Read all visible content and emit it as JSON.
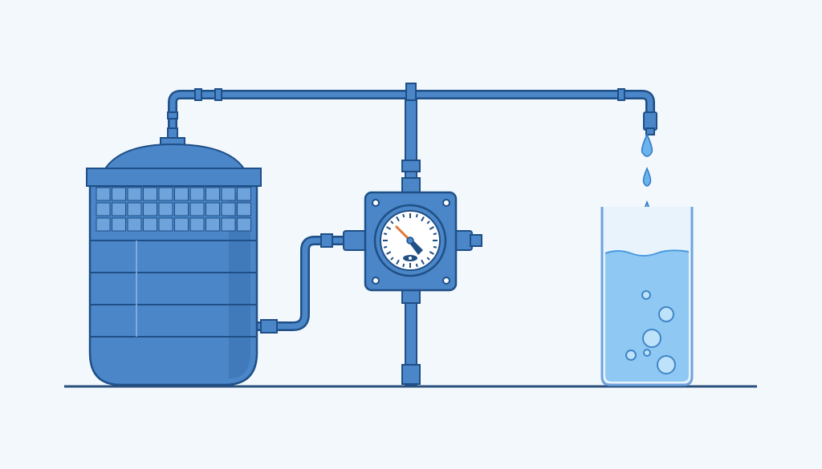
{
  "colors": {
    "background": "#f3f8fd",
    "tank": "#4a86c8",
    "tank_light": "#6ea3dc",
    "outline": "#1f4f86",
    "pipe": "#3f7fc4",
    "gauge_face": "#ffffff",
    "gauge_needle": "#e07a3a",
    "water": "#8fc8f2",
    "glass": "#e8f3fb",
    "ground": "#2a4f7a"
  },
  "icons": [
    "water-tank",
    "pipe-system",
    "pressure-gauge",
    "water-drop",
    "water-glass"
  ],
  "gauge": {
    "needle_angle_deg": -45
  }
}
